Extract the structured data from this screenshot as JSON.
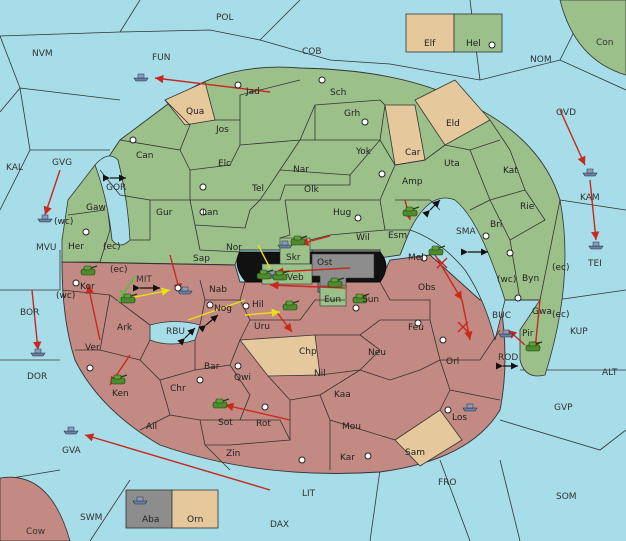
{
  "colors": {
    "sea": "#a6dde8",
    "green": "#9cc08a",
    "red": "#c28a82",
    "tan": "#e5c89c",
    "grey": "#8d8d8d",
    "order_arrow": "#c8281e",
    "support_arrow": "#e6e21a",
    "convoy_arrow": "#3cc83c"
  },
  "sea_regions": {
    "POL": "POL",
    "NVM": "NVM",
    "FUN": "FUN",
    "COB": "COB",
    "NOM": "NOM",
    "Con": "Con",
    "KAL": "KAL",
    "GVG": "GVG",
    "GOR": "GOR",
    "OVD": "OVD",
    "MVU": "MVU",
    "MIT": "MIT",
    "SMA": "SMA",
    "KAM": "KAM",
    "TEI": "TEI",
    "BOR": "BOR",
    "RBU": "RBU",
    "BUC": "BUC",
    "KUP": "KUP",
    "DOR": "DOR",
    "ROD": "ROD",
    "ALT": "ALT",
    "GVP": "GVP",
    "GVA": "GVA",
    "FRO": "FRO",
    "LIT": "LIT",
    "SOM": "SOM",
    "SWM": "SWM",
    "DAX": "DAX",
    "Cow": "Cow"
  },
  "land_regions": {
    "Elf": "Elf",
    "Hel": "Hel",
    "Jad": "Jad",
    "Sch": "Sch",
    "Qua": "Qua",
    "Jos": "Jos",
    "Grh": "Grh",
    "Eld": "Eld",
    "Can": "Can",
    "Elc": "Elc",
    "Nar": "Nar",
    "Yok": "Yok",
    "Car": "Car",
    "Uta": "Uta",
    "Kat": "Kat",
    "Tel": "Tel",
    "Olk": "Olk",
    "Amp": "Amp",
    "Gaw": "Gaw",
    "Gur": "Gur",
    "Lan": "Lan",
    "Hug": "Hug",
    "Rie": "Rie",
    "Bri": "Bri",
    "Her": "Her",
    "Nor": "Nor",
    "Esm": "Esm",
    "Wil": "Wil",
    "Skr": "Skr",
    "Ost": "Ost",
    "Sap": "Sap",
    "Veb": "Veb",
    "Mel": "Mel",
    "Byn": "Byn",
    "Kor": "Kor",
    "Nab": "Nab",
    "Eun": "Eun",
    "Sun": "Sun",
    "Obs": "Obs",
    "Gwa": "Gwa",
    "Pir": "Pir",
    "Ark": "Ark",
    "Nog": "Nog",
    "Hil": "Hil",
    "Uru": "Uru",
    "Feu": "Feu",
    "Ver": "Ver",
    "Chp": "Chp",
    "Neu": "Neu",
    "Orl": "Orl",
    "Bar": "Bar",
    "Qwi": "Qwi",
    "Nil": "Nil",
    "Ken": "Ken",
    "Chr": "Chr",
    "Kaa": "Kaa",
    "Los": "Los",
    "Sot": "Sot",
    "Rot": "Rot",
    "Ail": "Ail",
    "Mou": "Mou",
    "Sam": "Sam",
    "Zin": "Zin",
    "Kar": "Kar",
    "Aba": "Aba",
    "Orn": "Orn"
  },
  "coast_tags": {
    "wc1": "(wc)",
    "ec1": "(ec)",
    "ec2": "(ec)",
    "wc2": "(wc)",
    "wc3": "(wc)",
    "ec3": "(ec)",
    "ec4": "(ec)"
  }
}
